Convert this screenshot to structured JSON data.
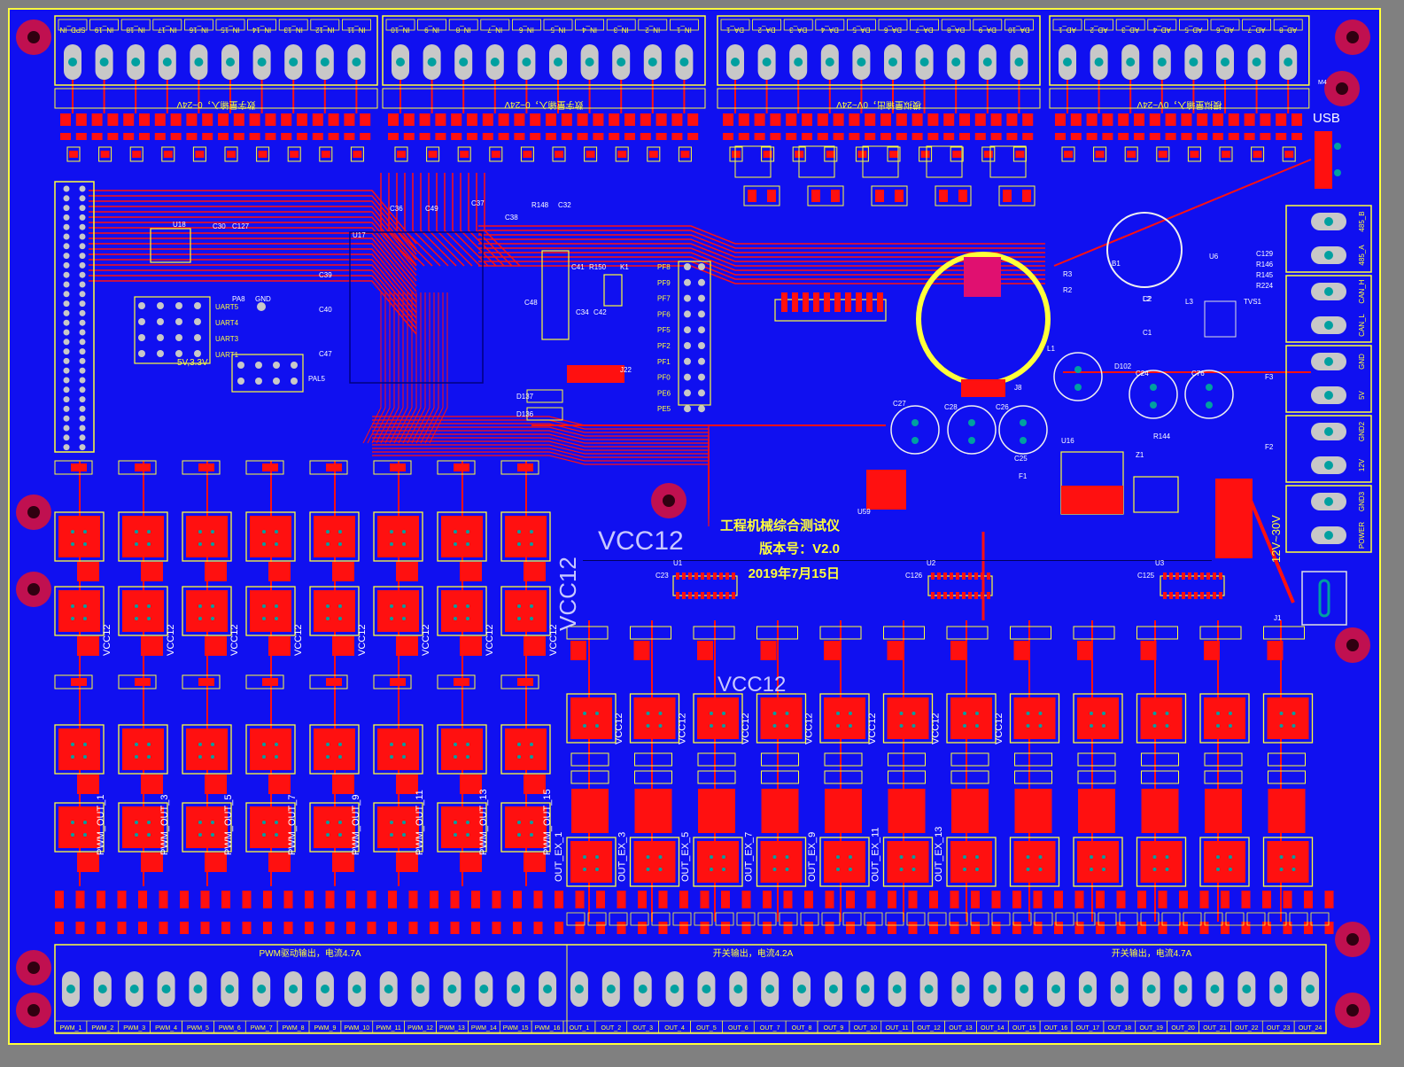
{
  "colors": {
    "background": "#808080",
    "board": "#1010f0",
    "copper_top": "#ff1010",
    "silkscreen": "#ffff3a",
    "pad": "#c8c8c8",
    "via": "#00a0a0",
    "mount_hole": "#c01050",
    "outline": "#ffff3a"
  },
  "top_headers": [
    {
      "labels": [
        "SPD_IN",
        "IN_19",
        "IN_18",
        "IN_17",
        "IN_16",
        "IN_15",
        "IN_14",
        "IN_13",
        "IN_12",
        "IN_11"
      ]
    },
    {
      "labels": [
        "IN_10",
        "IN_9",
        "IN_8",
        "IN_7",
        "IN_6",
        "IN_5",
        "IN_4",
        "IN_3",
        "IN_2",
        "IN_1"
      ]
    },
    {
      "labels": [
        "DA_1",
        "DA_2",
        "DA_3",
        "DA_4",
        "DA_5",
        "DA_6",
        "DA_7",
        "DA_8",
        "DA_9",
        "DA_10"
      ]
    },
    {
      "labels": [
        "AD_1",
        "AD_2",
        "AD_3",
        "AD_4",
        "AD_5",
        "AD_6",
        "AD_7",
        "AD_8"
      ]
    }
  ],
  "top_group_notes": [
    "数字量输入，0~24V",
    "数字量输入，0~24V",
    "模拟量输出，0V~24V",
    "模拟量输入，0V~24V"
  ],
  "right_terminals": [
    "485_B",
    "485_A",
    "CAN_H",
    "CAN_L",
    "GND",
    "5V",
    "GND2",
    "12V",
    "GND3",
    "POWER"
  ],
  "right_labels": {
    "usb": "USB",
    "power_range": "12V~30V",
    "m4": "M4"
  },
  "bottom_labels": [
    "PWM_1",
    "PWM_2",
    "PWM_3",
    "PWM_4",
    "PWM_5",
    "PWM_6",
    "PWM_7",
    "PWM_8",
    "PWM_9",
    "PWM_10",
    "PWM_11",
    "PWM_12",
    "PWM_13",
    "PWM_14",
    "PWM_15",
    "PWM_16",
    "OUT_1",
    "OUT_2",
    "OUT_3",
    "OUT_4",
    "OUT_5",
    "OUT_6",
    "OUT_7",
    "OUT_8",
    "OUT_9",
    "OUT_10",
    "OUT_11",
    "OUT_12",
    "OUT_13",
    "OUT_14",
    "OUT_15",
    "OUT_16",
    "OUT_17",
    "OUT_18",
    "OUT_19",
    "OUT_20",
    "OUT_21",
    "OUT_22",
    "OUT_23",
    "OUT_24"
  ],
  "bottom_group_notes": [
    "PWM驱动输出，电流4.7A",
    "开关输出，电流4.2A",
    "开关输出，电流4.7A"
  ],
  "board_info": {
    "title": "工程机械综合测试仪",
    "version": "版本号：V2.0",
    "date": "2019年7月15日"
  },
  "vcc_label": "VCC12",
  "left_column_labels": [
    "PWM_OUT_1",
    "PWM_OUT_3",
    "PWM_OUT_5",
    "PWM_OUT_7",
    "PWM_OUT_9",
    "PWM_OUT_11",
    "PWM_OUT_13",
    "PWM_OUT_15"
  ],
  "right_column_labels": [
    "OUT_EX_1",
    "OUT_EX_3",
    "OUT_EX_5",
    "OUT_EX_7",
    "OUT_EX_9",
    "OUT_EX_11",
    "OUT_EX_13"
  ],
  "uart_labels": [
    "UART5",
    "UART4",
    "UART3",
    "UART1"
  ],
  "uart_header_text": "5V,3.3V",
  "pf_labels": [
    "PF8",
    "PF9",
    "PF7",
    "PF6",
    "PF5",
    "PF2",
    "PF1",
    "PF0",
    "PE6",
    "PE5"
  ],
  "component_labels": [
    "U18",
    "U17",
    "C30",
    "C127",
    "C36",
    "C49",
    "C37",
    "C38",
    "R148",
    "C32",
    "C39",
    "C40",
    "C47",
    "C41",
    "R150",
    "K1",
    "C48",
    "C34",
    "C42",
    "J22",
    "D136",
    "D137",
    "C27",
    "C28",
    "C26",
    "C24",
    "C76",
    "L1",
    "L2",
    "L3",
    "D102",
    "U16",
    "U6",
    "C2",
    "C1",
    "R224",
    "R145",
    "R146",
    "C129",
    "TVS1",
    "F1",
    "F2",
    "F3",
    "U1",
    "U2",
    "U3",
    "C23",
    "C126",
    "C125",
    "J1",
    "PA8",
    "GND",
    "PAL5",
    "U59",
    "R144",
    "C25",
    "J8",
    "R3",
    "R2",
    "B1",
    "Z1"
  ]
}
